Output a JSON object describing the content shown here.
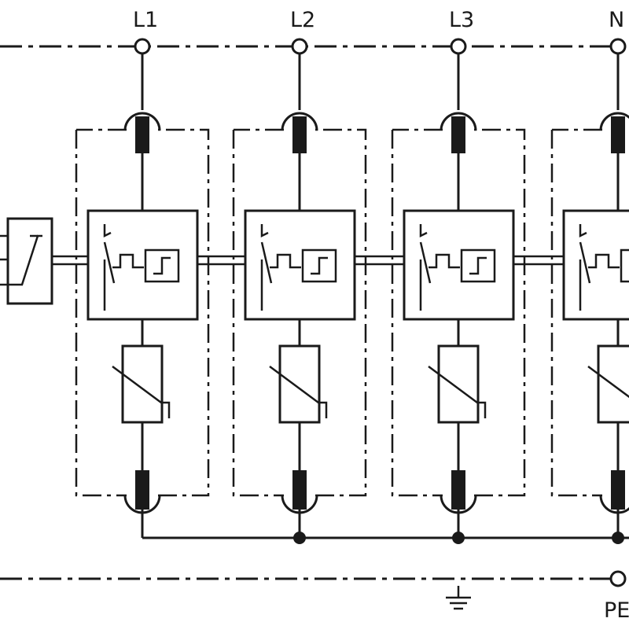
{
  "diagram": {
    "poles": [
      {
        "label": "L1"
      },
      {
        "label": "L2"
      },
      {
        "label": "L3"
      },
      {
        "label": "N"
      }
    ],
    "pe_label": "PE"
  }
}
